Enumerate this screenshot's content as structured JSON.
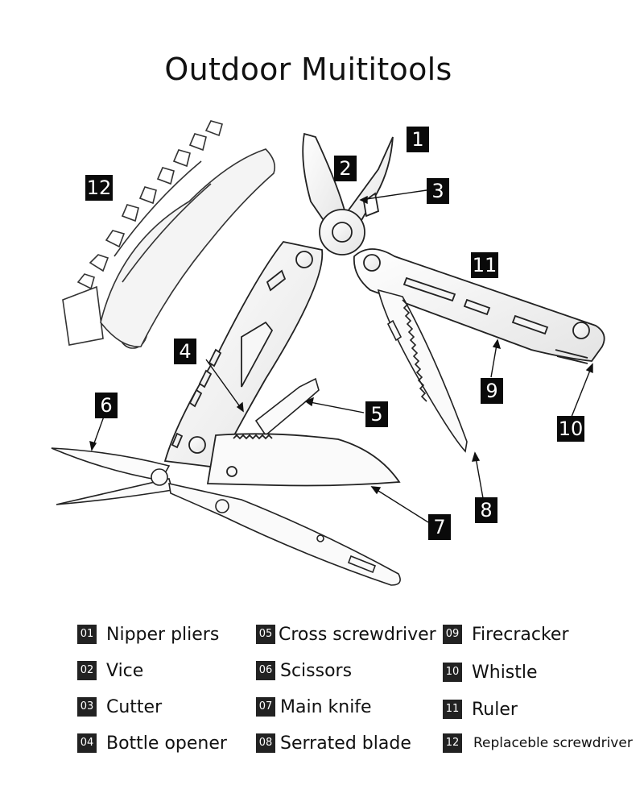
{
  "title": "Outdoor Muititools",
  "callouts": [
    "1",
    "2",
    "3",
    "4",
    "5",
    "6",
    "7",
    "8",
    "9",
    "10",
    "11",
    "12"
  ],
  "legend": [
    {
      "num": "01",
      "label": "Nipper pliers"
    },
    {
      "num": "02",
      "label": "Vice"
    },
    {
      "num": "03",
      "label": "Cutter"
    },
    {
      "num": "04",
      "label": "Bottle opener"
    },
    {
      "num": "05",
      "label": "Cross screwdriver"
    },
    {
      "num": "06",
      "label": "Scissors"
    },
    {
      "num": "07",
      "label": "Main knife"
    },
    {
      "num": "08",
      "label": "Serrated blade"
    },
    {
      "num": "09",
      "label": "Firecracker"
    },
    {
      "num": "10",
      "label": "Whistle"
    },
    {
      "num": "11",
      "label": "Ruler"
    },
    {
      "num": "12",
      "label": "Replaceble screwdriver"
    }
  ]
}
